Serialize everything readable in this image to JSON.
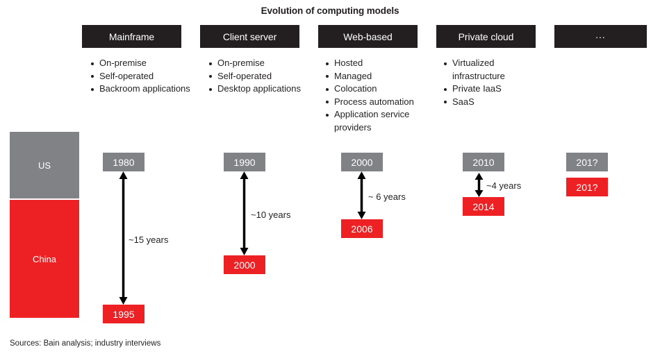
{
  "title": "Evolution of computing models",
  "colors": {
    "us_gray": "#808285",
    "china_red": "#ed2024",
    "header_black": "#231f20",
    "text": "#231f20",
    "background": "#ffffff"
  },
  "legend": {
    "us_label": "US",
    "china_label": "China"
  },
  "columns": [
    {
      "header": "Mainframe",
      "bullets": [
        "On-premise",
        "Self-operated",
        "Backroom applications"
      ],
      "us_year": "1980",
      "china_year": "1995",
      "gap_label": "~15 years"
    },
    {
      "header": "Client server",
      "bullets": [
        "On-premise",
        "Self-operated",
        "Desktop applications"
      ],
      "us_year": "1990",
      "china_year": "2000",
      "gap_label": "~10 years"
    },
    {
      "header": "Web-based",
      "bullets": [
        "Hosted",
        "Managed",
        "Colocation",
        "Process automation",
        "Application service providers"
      ],
      "us_year": "2000",
      "china_year": "2006",
      "gap_label": "~ 6 years"
    },
    {
      "header": "Private cloud",
      "bullets": [
        "Virtualized infrastructure",
        "Private IaaS",
        "SaaS"
      ],
      "us_year": "2010",
      "china_year": "2014",
      "gap_label": "~4 years"
    },
    {
      "header": "...",
      "bullets": [],
      "us_year": "201?",
      "china_year": "201?",
      "gap_label": ""
    }
  ],
  "source": "Sources: Bain analysis; industry interviews",
  "chart_data": {
    "type": "table",
    "title": "Evolution of computing models",
    "categories": [
      "Mainframe",
      "Client server",
      "Web-based",
      "Private cloud",
      "..."
    ],
    "series": [
      {
        "name": "US",
        "values": [
          "1980",
          "1990",
          "2000",
          "2010",
          "201?"
        ]
      },
      {
        "name": "China",
        "values": [
          "1995",
          "2000",
          "2006",
          "2014",
          "201?"
        ]
      }
    ],
    "gaps": [
      "~15 years",
      "~10 years",
      "~ 6 years",
      "~4 years",
      ""
    ],
    "gap_years": [
      15,
      10,
      6,
      4,
      null
    ],
    "xlabel": "",
    "ylabel": "",
    "legend": [
      "US",
      "China"
    ]
  }
}
